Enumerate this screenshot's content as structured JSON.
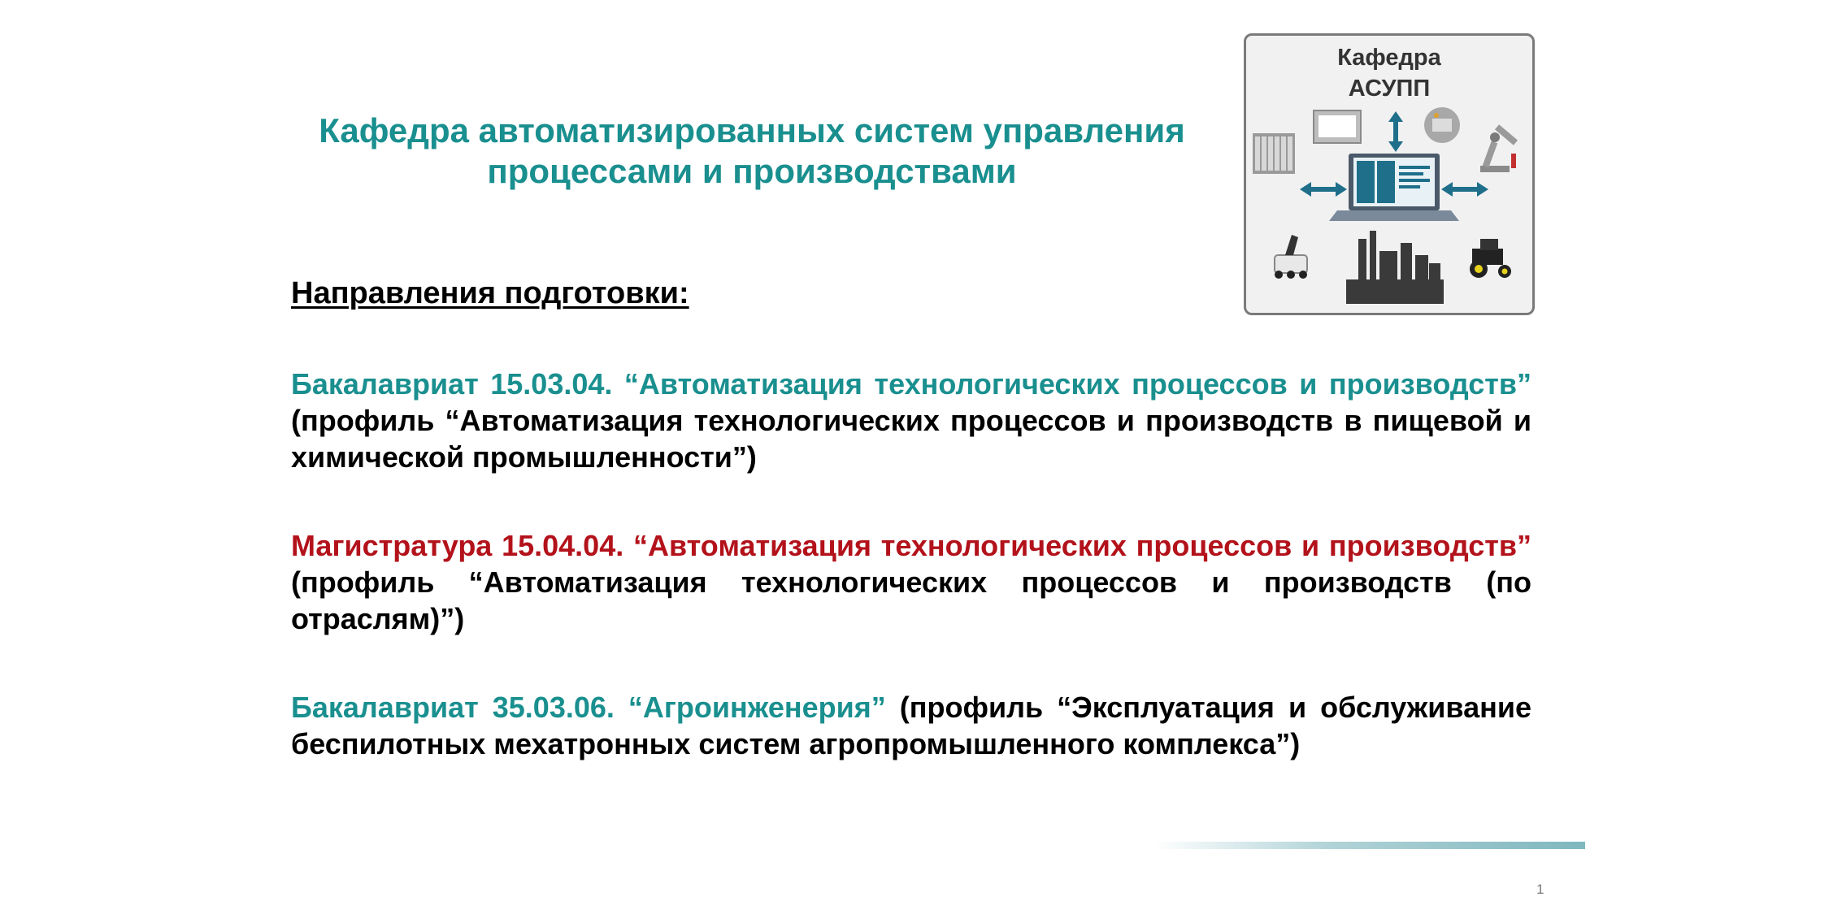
{
  "slide": {
    "title_line1": "Кафедра автоматизированных систем управления",
    "title_line2": "процессами и производствами",
    "section_heading": "Направления подготовки:",
    "page_number": "1"
  },
  "logo": {
    "title_line1": "Кафедра",
    "title_line2": "АСУПП",
    "icons": [
      "plc-icon",
      "monitor-icon",
      "hmi-panel-icon",
      "robot-arm-icon",
      "laptop-icon",
      "arrow-icons",
      "delivery-robot-icon",
      "factory-icon",
      "tractor-icon"
    ]
  },
  "programs": [
    {
      "level_code_name": "Бакалавриат 15.03.04. “Автоматизация технологических процессов и производств”",
      "profile": " (профиль “Автоматизация технологических процессов и производств в пищевой и химической промышленности”)",
      "accent": "teal"
    },
    {
      "level_code_name": "Магистратура 15.04.04. “Автоматизация технологических процессов и производств”",
      "profile": " (профиль “Автоматизация технологических процессов и производств (по отраслям)”)",
      "accent": "red"
    },
    {
      "level_code_name": "Бакалавриат 35.03.06. “Агроинженерия”",
      "profile": " (профиль “Эксплуатация и обслуживание беспилотных мехатронных систем агропромышленного комплекса”)",
      "accent": "teal"
    }
  ],
  "colors": {
    "teal": "#1a8f8f",
    "red": "#b3121b",
    "text": "#000000",
    "footer_bar": "#7eb7be"
  }
}
